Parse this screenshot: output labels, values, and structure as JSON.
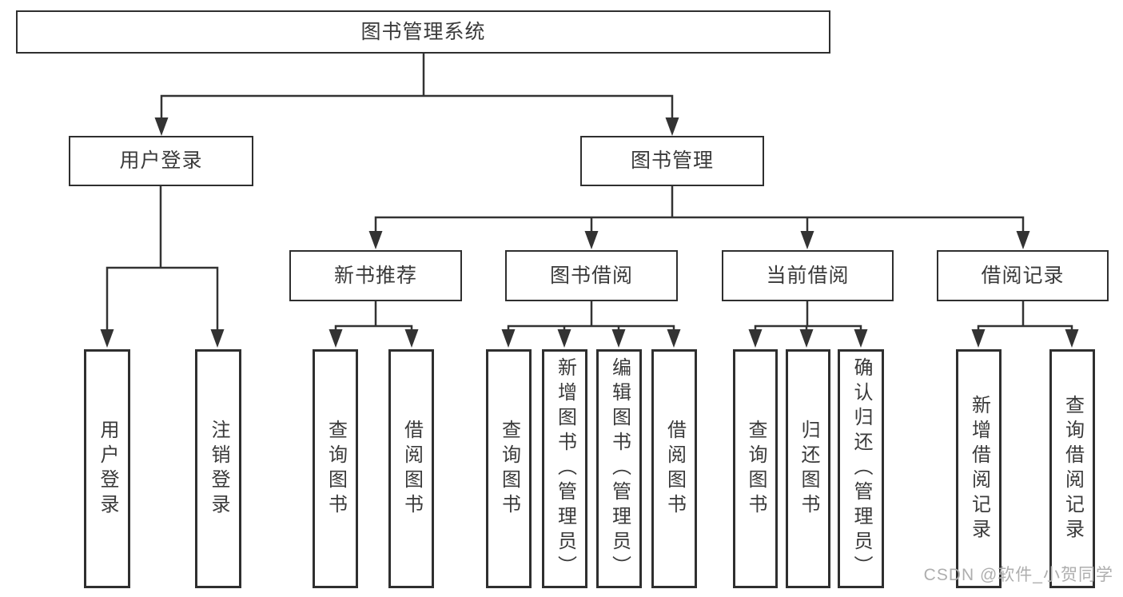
{
  "colors": {
    "line": "#333333",
    "box_border": "#2f2f2f",
    "text": "#3a3a3a",
    "watermark": "#aeaeae",
    "background": "#ffffff"
  },
  "tree": {
    "root": {
      "label": "图书管理系统"
    },
    "level2": [
      {
        "label": "用户登录"
      },
      {
        "label": "图书管理"
      }
    ],
    "level3": [
      {
        "label": "新书推荐"
      },
      {
        "label": "图书借阅"
      },
      {
        "label": "当前借阅"
      },
      {
        "label": "借阅记录"
      }
    ],
    "leaves": [
      {
        "label": "用户登录"
      },
      {
        "label": "注销登录"
      },
      {
        "label": "查询图书"
      },
      {
        "label": "借阅图书"
      },
      {
        "label": "查询图书"
      },
      {
        "label": "新增图书（管理员）"
      },
      {
        "label": "编辑图书（管理员）"
      },
      {
        "label": "借阅图书"
      },
      {
        "label": "查询图书"
      },
      {
        "label": "归还图书"
      },
      {
        "label": "确认归还（管理员）"
      },
      {
        "label": "新增借阅记录"
      },
      {
        "label": "查询借阅记录"
      }
    ]
  },
  "watermark": {
    "text": "CSDN @软件_小贺同学"
  }
}
